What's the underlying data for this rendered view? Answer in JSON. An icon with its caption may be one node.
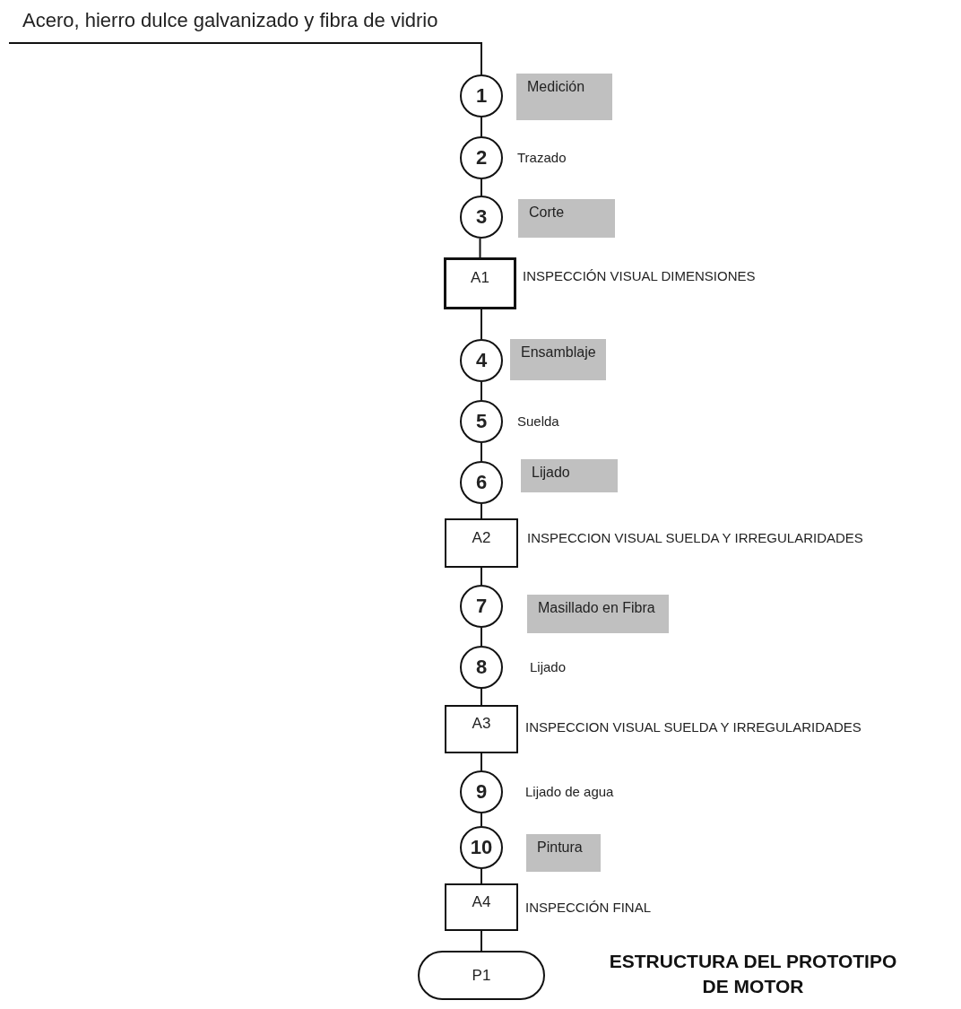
{
  "diagram": {
    "title": "ESTRUCTURA DEL PROTOTIPO DE MOTOR",
    "nodes": [
      {
        "text": [
          "Acero, hierro dulce galvanizado y fibra de vidrio"
        ]
      },
      {
        "text": [
          "1"
        ]
      },
      {
        "text": [
          "Medición"
        ]
      },
      {
        "text": [
          "2"
        ],
        "beside": [
          "Trazado"
        ]
      },
      {
        "text": [
          "3"
        ]
      },
      {
        "text": [
          "Corte"
        ]
      },
      {
        "text": [
          "A1"
        ],
        "beside": [
          "INSPECCIÓN VISUAL DIMENSIONES"
        ]
      },
      {
        "text": [
          "4"
        ]
      },
      {
        "text": [
          "Ensamblaje"
        ]
      },
      {
        "text": [
          "5"
        ],
        "beside": [
          "Suelda"
        ]
      },
      {
        "text": [
          "6"
        ]
      },
      {
        "text": [
          "Lijado"
        ]
      },
      {
        "text": [
          "A2"
        ],
        "beside": [
          "INSPECCION VISUAL SUELDA Y IRREGULARIDADES"
        ]
      },
      {
        "text": [
          "7"
        ]
      },
      {
        "text": [
          "Masillado en Fibra"
        ]
      },
      {
        "text": [
          "8"
        ],
        "beside": [
          "Lijado"
        ]
      },
      {
        "text": [
          "A3"
        ],
        "beside": [
          "INSPECCION VISUAL SUELDA Y IRREGULARIDADES"
        ]
      },
      {
        "text": [
          "9"
        ],
        "beside": [
          "Lijado de agua"
        ]
      },
      {
        "text": [
          "10"
        ]
      },
      {
        "text": [
          "Pintura"
        ]
      },
      {
        "text": [
          "A4"
        ],
        "beside": [
          "INSPECCIÓN FINAL"
        ]
      },
      {
        "text": [
          "P1"
        ]
      }
    ],
    "edges": [
      {
        "from": 0,
        "to": 1,
        "arrow": "none"
      },
      {
        "from": 1,
        "to": 3,
        "arrow": "none"
      },
      {
        "from": 3,
        "to": 4,
        "arrow": "none"
      },
      {
        "from": 4,
        "to": 6,
        "arrow": "none"
      },
      {
        "from": 6,
        "to": 7,
        "arrow": "none"
      },
      {
        "from": 7,
        "to": 9,
        "arrow": "none"
      },
      {
        "from": 9,
        "to": 10,
        "arrow": "none"
      },
      {
        "from": 10,
        "to": 12,
        "arrow": "none"
      },
      {
        "from": 12,
        "to": 13,
        "arrow": "none"
      },
      {
        "from": 13,
        "to": 15,
        "arrow": "none"
      },
      {
        "from": 15,
        "to": 16,
        "arrow": "none"
      },
      {
        "from": 16,
        "to": 17,
        "arrow": "none"
      },
      {
        "from": 17,
        "to": 18,
        "arrow": "none"
      },
      {
        "from": 18,
        "to": 20,
        "arrow": "none"
      },
      {
        "from": 20,
        "to": 21,
        "arrow": "none"
      }
    ]
  }
}
